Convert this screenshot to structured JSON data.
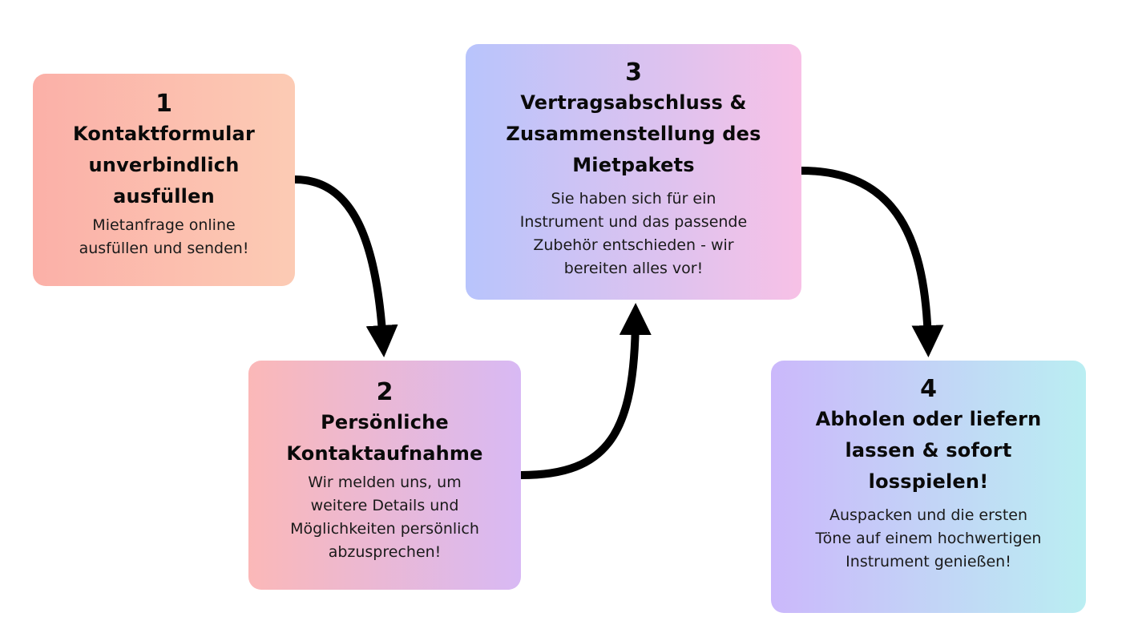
{
  "steps": [
    {
      "number": "1",
      "title_lines": [
        "Kontaktformular",
        "unverbindlich",
        "ausfüllen"
      ],
      "desc_lines": [
        "Mietanfrage online",
        "ausfüllen und senden!"
      ]
    },
    {
      "number": "2",
      "title_lines": [
        "Persönliche",
        "Kontaktaufnahme"
      ],
      "desc_lines": [
        "Wir melden uns, um",
        "weitere Details und",
        "Möglichkeiten persönlich",
        "abzusprechen!"
      ]
    },
    {
      "number": "3",
      "title_lines": [
        "Vertragsabschluss &",
        "Zusammenstellung des",
        "Mietpakets"
      ],
      "desc_lines": [
        "Sie haben sich für ein",
        "Instrument und das passende",
        "Zubehör entschieden - wir",
        "bereiten alles vor!"
      ]
    },
    {
      "number": "4",
      "title_lines": [
        "Abholen oder liefern",
        "lassen & sofort",
        "losspielen!"
      ],
      "desc_lines": [
        "Auspacken und die ersten",
        "Töne auf einem hochwertigen",
        "Instrument genießen!"
      ]
    }
  ],
  "colors": {
    "arrow": "#000000",
    "step1_gradient": [
      "#fbb0a8",
      "#fccbb4"
    ],
    "step2_gradient": [
      "#fbb8b8",
      "#d8b9f4"
    ],
    "step3_gradient": [
      "#b8c4fc",
      "#f7c1e6"
    ],
    "step4_gradient": [
      "#cbb8fb",
      "#baeef2"
    ]
  }
}
